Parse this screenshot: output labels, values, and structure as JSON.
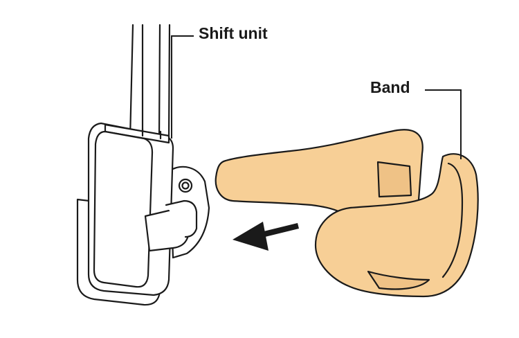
{
  "labels": {
    "shift_unit": "Shift unit",
    "band": "Band"
  },
  "colors": {
    "band_fill": "#F7CF96",
    "outline": "#1a1a1a",
    "arrow": "#1a1a1a",
    "background": "#ffffff"
  },
  "arrow": {
    "direction": "left"
  }
}
